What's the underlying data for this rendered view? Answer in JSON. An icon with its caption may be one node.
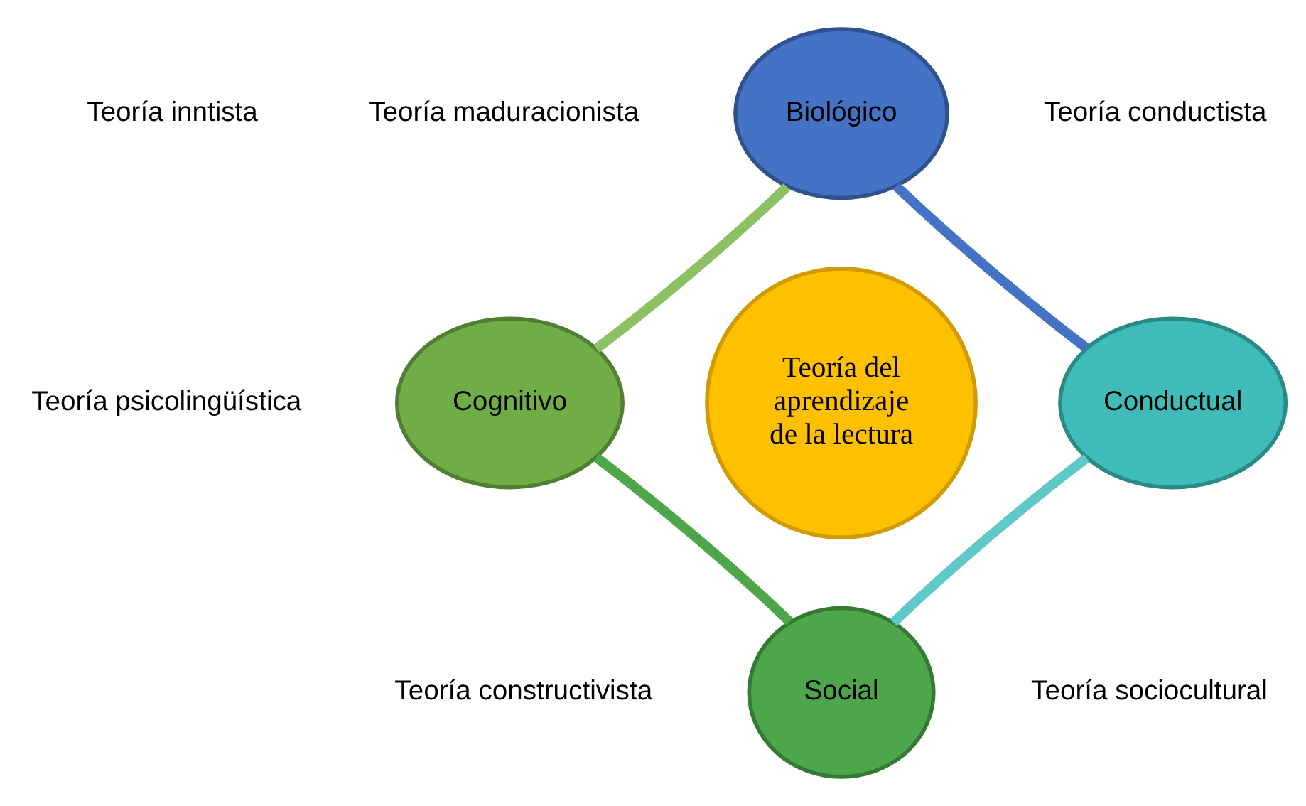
{
  "diagram": {
    "nodes": [
      {
        "text": [
          "Teoría del aprendizaje de la lectura"
        ]
      },
      {
        "text": [
          "Biológico"
        ]
      },
      {
        "text": [
          "Conductual"
        ]
      },
      {
        "text": [
          "Social"
        ]
      },
      {
        "text": [
          "Cognitivo"
        ]
      }
    ],
    "edges": [
      {
        "from": 1,
        "to": 2,
        "arrow": "none",
        "color": "#4472c4"
      },
      {
        "from": 2,
        "to": 3,
        "arrow": "none",
        "color": "#5fc8c8"
      },
      {
        "from": 3,
        "to": 4,
        "arrow": "none",
        "color": "#4ea64a"
      },
      {
        "from": 4,
        "to": 1,
        "arrow": "none",
        "color": "#8cc063"
      }
    ],
    "labels": [
      "Teoría inntista",
      "Teoría maduracionista",
      "Teoría conductista",
      "Teoría psicolingüística",
      "Teoría sociocultural",
      "Teoría constructivista"
    ]
  }
}
